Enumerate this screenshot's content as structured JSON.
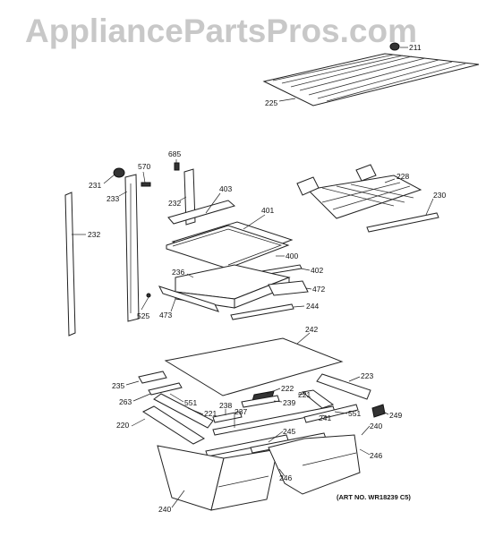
{
  "watermark": "AppliancePartsPros.com",
  "art_number": "(ART NO. WR18239 C5)",
  "callouts": {
    "c211": "211",
    "c225": "225",
    "c685": "685",
    "c570": "570",
    "c231": "231",
    "c233": "233",
    "c232a": "232",
    "c232b": "232",
    "c403": "403",
    "c401": "401",
    "c228": "228",
    "c230": "230",
    "c400": "400",
    "c402": "402",
    "c236": "236",
    "c472": "472",
    "c525": "525",
    "c473": "473",
    "c244": "244",
    "c242": "242",
    "c235": "235",
    "c223": "223",
    "c222": "222",
    "c263": "263",
    "c551a": "551",
    "c221a": "221",
    "c239": "239",
    "c238": "238",
    "c237": "237",
    "c221b": "221",
    "c220": "220",
    "c241": "241",
    "c551b": "551",
    "c249": "249",
    "c245": "245",
    "c240a": "240",
    "c246a": "246",
    "c246b": "246",
    "c240b": "240"
  }
}
